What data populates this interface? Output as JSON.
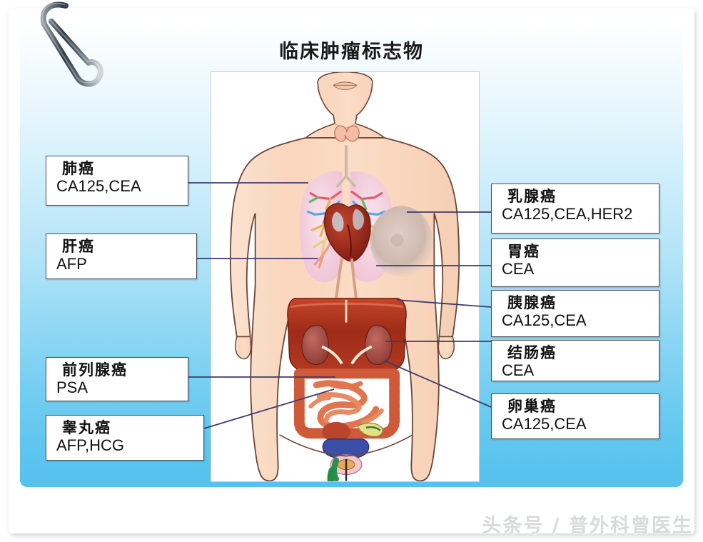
{
  "document": {
    "title": "临床肿瘤标志物",
    "watermark": "头条号 / 普外科曾医生"
  },
  "theme": {
    "background_top": "#ffffff",
    "background_bottom": "#55c1ed",
    "connector_line": "#3f3a6e",
    "label_border": "#4a4f55",
    "label_fill": "#ffffff",
    "text": "#111111",
    "watermark": "#d9dadb"
  },
  "decorations": {
    "paperclip": "paperclip-icon"
  },
  "illustration": {
    "caption": "human-body-anatomy-diagram",
    "organs": [
      {
        "name": "thyroid",
        "color": "#f0a28e"
      },
      {
        "name": "lungs",
        "color": "#f3cfe0"
      },
      {
        "name": "bronchi",
        "color": "#7ecbe8"
      },
      {
        "name": "heart",
        "color": "#9e2b1e"
      },
      {
        "name": "breast",
        "color": "#cfbcb6"
      },
      {
        "name": "liver",
        "color": "#a32a16"
      },
      {
        "name": "kidneys",
        "color": "#b0524a"
      },
      {
        "name": "intestines",
        "color": "#d9603f"
      },
      {
        "name": "bladder",
        "color": "#3b4fa8"
      },
      {
        "name": "prostate",
        "color": "#2f9b55"
      }
    ]
  },
  "labels_left": [
    {
      "id": "lung-cancer",
      "cn": "肺癌",
      "markers": "CA125,CEA"
    },
    {
      "id": "liver-cancer",
      "cn": "肝癌",
      "markers": "AFP"
    },
    {
      "id": "prostate-cancer",
      "cn": "前列腺癌",
      "markers": "PSA"
    },
    {
      "id": "testicular-cancer",
      "cn": "睾丸癌",
      "markers": "AFP,HCG"
    }
  ],
  "labels_right": [
    {
      "id": "breast-cancer",
      "cn": "乳腺癌",
      "markers": "CA125,CEA,HER2"
    },
    {
      "id": "stomach-cancer",
      "cn": "胃癌",
      "markers": "CEA"
    },
    {
      "id": "pancreatic-cancer",
      "cn": "胰腺癌",
      "markers": "CA125,CEA"
    },
    {
      "id": "colon-cancer",
      "cn": "结肠癌",
      "markers": "CEA"
    },
    {
      "id": "ovarian-cancer",
      "cn": "卵巢癌",
      "markers": "CA125,CEA"
    }
  ]
}
